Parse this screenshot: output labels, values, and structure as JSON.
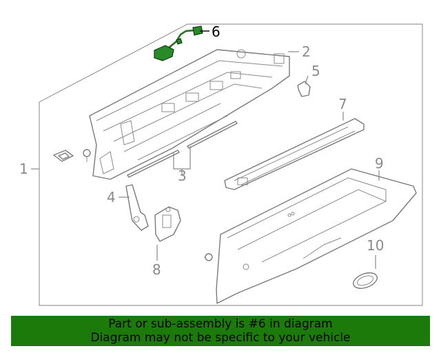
{
  "diagram": {
    "callouts": {
      "c1": "1",
      "c2": "2",
      "c3": "3",
      "c4": "4",
      "c5": "5",
      "c6": "6",
      "c7": "7",
      "c8": "8",
      "c9": "9",
      "c10": "10"
    },
    "highlighted_part": "6",
    "highlight_color": "#2a8a2a"
  },
  "banner": {
    "line1": "Part or sub-assembly is #6 in diagram",
    "line2": "Diagram may not be specific to your vehicle",
    "background": "#1c7a0a"
  }
}
